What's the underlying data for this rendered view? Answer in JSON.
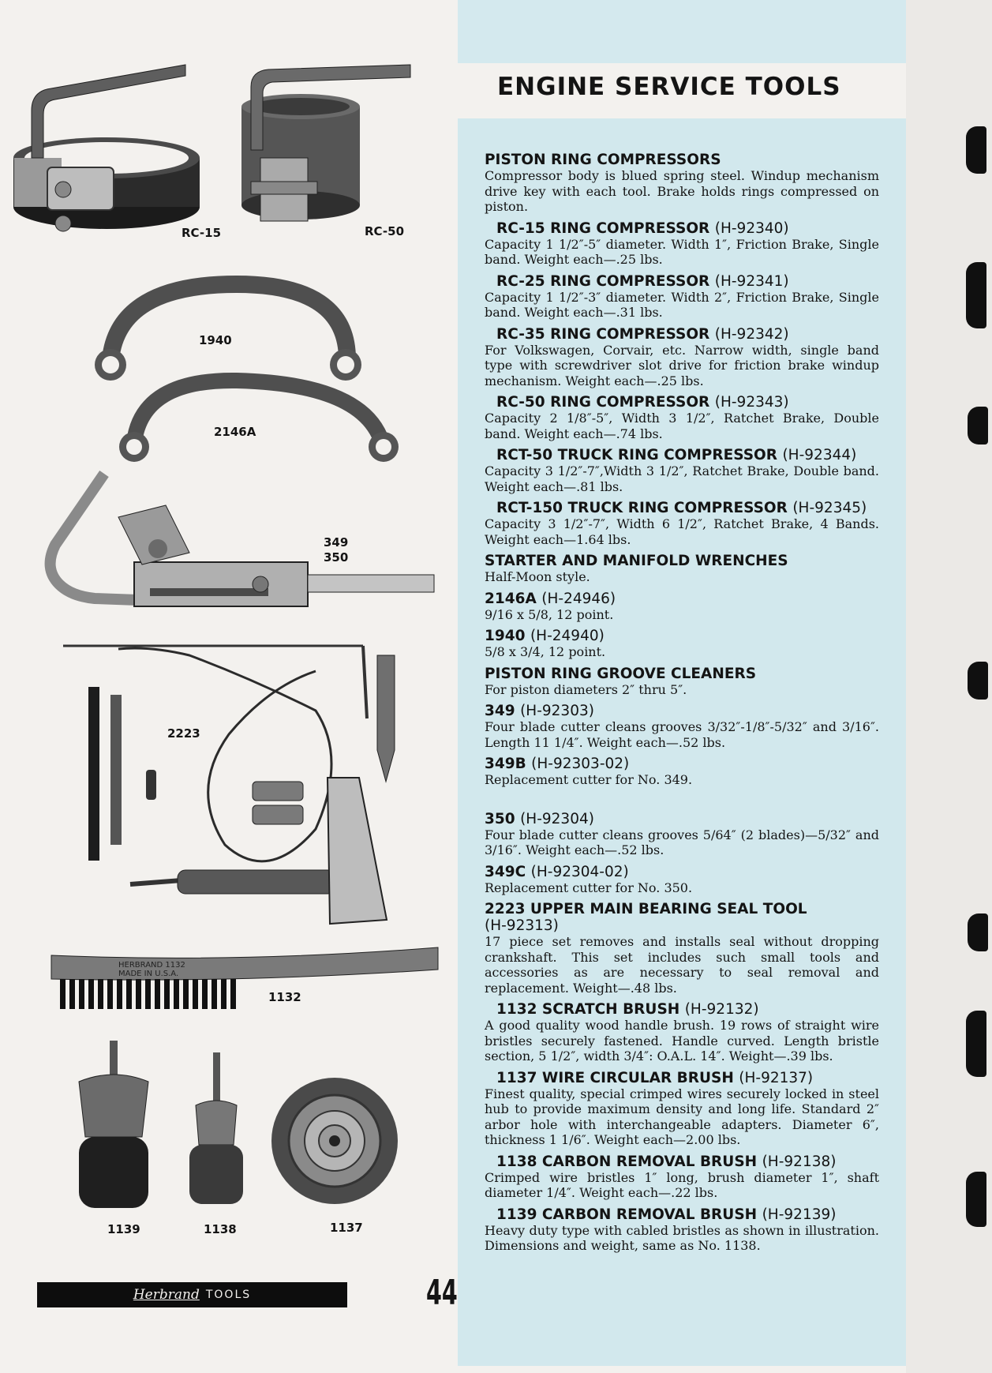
{
  "title": "ENGINE SERVICE TOOLS",
  "illustration_labels": {
    "rc15": "RC-15",
    "rc50": "RC-50",
    "w1940": "1940",
    "w2146a": "2146A",
    "l349": "349",
    "l350": "350",
    "l2223": "2223",
    "l1132": "1132",
    "l1139": "1139",
    "l1138": "1138",
    "l1137": "1137"
  },
  "brush_stamp": {
    "line1": "HERBRAND 1132",
    "line2": "MADE IN U.S.A."
  },
  "entries": [
    {
      "title": "PISTON RING COMPRESSORS",
      "number": "",
      "desc": "Compressor body is blued spring steel. Windup mechanism drive key with each tool. Brake holds rings compressed on piston."
    },
    {
      "title": "RC-15 RING COMPRESSOR",
      "number": "(H-92340)",
      "desc": "Capacity 1 1/2″-5″ diameter. Width 1″, Friction Brake, Single band. Weight each—.25 lbs."
    },
    {
      "title": "RC-25 RING COMPRESSOR",
      "number": "(H-92341)",
      "desc": "Capacity 1 1/2″-3″ diameter. Width 2″, Friction Brake, Single band. Weight each—.31 lbs."
    },
    {
      "title": "RC-35 RING COMPRESSOR",
      "number": "(H-92342)",
      "desc": "For Volkswagen, Corvair, etc. Narrow width, single band type with screwdriver slot drive for friction brake windup mechanism. Weight each—.25 lbs."
    },
    {
      "title": "RC-50 RING COMPRESSOR",
      "number": "(H-92343)",
      "desc": "Capacity 2 1/8″-5″, Width 3 1/2″, Ratchet Brake, Double band. Weight each—.74 lbs."
    },
    {
      "title": "RCT-50 TRUCK RING COMPRESSOR",
      "number": "(H-92344)",
      "desc": "Capacity 3 1/2″-7″,Width 3 1/2″, Ratchet Brake, Double band. Weight each—.81 lbs."
    },
    {
      "title": "RCT-150 TRUCK RING COMPRESSOR",
      "number": "(H-92345)",
      "desc": "Capacity 3 1/2″-7″, Width 6 1/2″, Ratchet Brake, 4 Bands. Weight each—1.64 lbs."
    },
    {
      "title": "STARTER AND MANIFOLD WRENCHES",
      "number": "",
      "desc": "Half-Moon style."
    },
    {
      "title": "2146A",
      "number": "(H-24946)",
      "desc": "9/16 x 5/8, 12 point."
    },
    {
      "title": "1940",
      "number": "(H-24940)",
      "desc": "5/8 x 3/4, 12 point."
    },
    {
      "title": "PISTON RING GROOVE CLEANERS",
      "number": "",
      "desc": "For piston diameters 2″ thru 5″."
    },
    {
      "title": "349",
      "number": "(H-92303)",
      "desc": "Four blade cutter cleans grooves 3/32″-1/8″-5/32″ and 3/16″. Length 11 1/4″. Weight each—.52 lbs."
    },
    {
      "title": "349B",
      "number": "(H-92303-02)",
      "desc": "Replacement cutter for No. 349."
    },
    {
      "title": "350",
      "number": "(H-92304)",
      "desc": "Four blade cutter cleans grooves 5/64″ (2 blades)—5/32″ and 3/16″. Weight each—.52 lbs."
    },
    {
      "title": "349C",
      "number": "(H-92304-02)",
      "desc": "Replacement cutter for No. 350."
    },
    {
      "title": "2223 UPPER MAIN BEARING SEAL TOOL",
      "number": "(H-92313)",
      "desc": "17 piece set removes and installs seal without dropping crankshaft. This set includes such small tools and accessories as are necessary to seal removal and replacement. Weight—.48 lbs."
    },
    {
      "title": "1132 SCRATCH BRUSH",
      "number": "(H-92132)",
      "desc": "A good quality wood handle brush. 19 rows of straight wire bristles securely fastened. Handle curved. Length bristle section, 5 1/2″, width 3/4″: O.A.L. 14″. Weight—.39 lbs."
    },
    {
      "title": "1137 WIRE CIRCULAR BRUSH",
      "number": "(H-92137)",
      "desc": "Finest quality, special crimped wires securely locked in steel hub to provide maximum density and long life. Standard 2″ arbor hole with interchangeable adapters. Diameter 6″, thickness 1 1/6″. Weight each—2.00 lbs."
    },
    {
      "title": "1138 CARBON REMOVAL BRUSH",
      "number": "(H-92138)",
      "desc": "Crimped wire bristles 1″ long, brush diameter 1″, shaft diameter 1/4″. Weight each—.22 lbs."
    },
    {
      "title": "1139 CARBON REMOVAL BRUSH",
      "number": "(H-92139)",
      "desc": "Heavy duty type with cabled bristles as shown in illustration. Dimensions and weight, same as No. 1138."
    }
  ],
  "footer": {
    "brand": "Herbrand",
    "tools": "TOOLS",
    "page_number": "44"
  }
}
